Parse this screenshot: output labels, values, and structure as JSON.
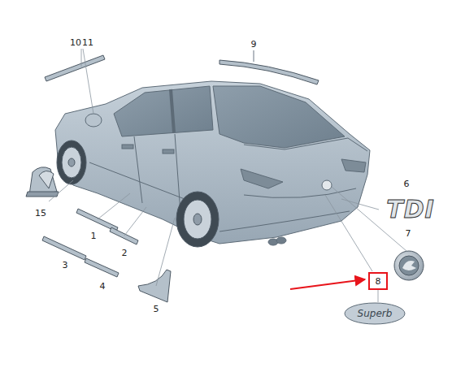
{
  "diagram": {
    "nodes": [
      {
        "text": [
          "8"
        ]
      },
      {
        "text": [
          "Superb"
        ]
      }
    ],
    "edges": [
      {
        "from": 0,
        "to": 1,
        "arrow": "none"
      }
    ],
    "labels": [
      "10",
      "11",
      "9",
      "6",
      "TDI",
      "7",
      "15",
      "1",
      "2",
      "3",
      "4",
      "5"
    ]
  }
}
